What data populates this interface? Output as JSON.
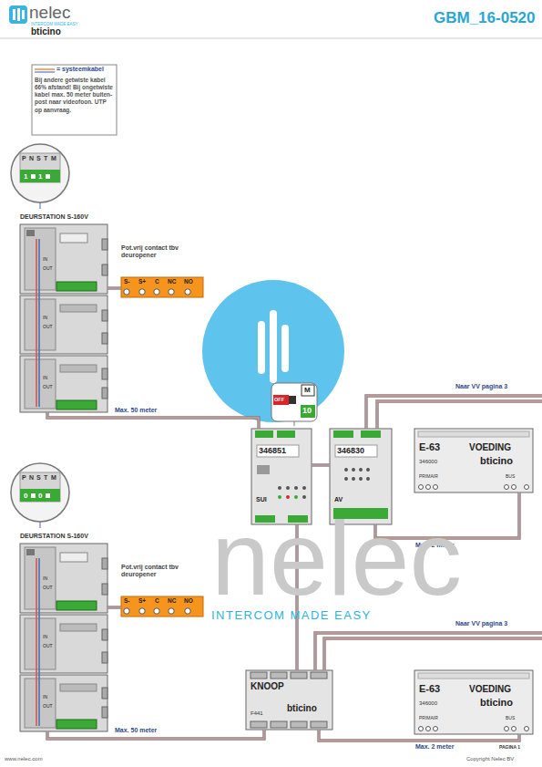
{
  "diagram": {
    "title": "GBM_16-0520",
    "nodes": [
      {
        "text": [
          "DEURSTATION S-160V"
        ]
      },
      {
        "text": [
          "Pot.vrij contact tbv deuropener",
          "S-",
          "S+",
          "C",
          "NC",
          "NO"
        ]
      },
      {
        "text": [
          "DEURSTATION S-160V"
        ]
      },
      {
        "text": [
          "Pot.vrij contact tbv deuropener",
          "S-",
          "S+",
          "C",
          "NC",
          "NO"
        ]
      },
      {
        "text": [
          "346851",
          "SUI"
        ]
      },
      {
        "text": [
          "346830",
          "AV"
        ]
      },
      {
        "text": [
          "E-63",
          "VOEDING",
          "346000",
          "bticino",
          "PRIMAIR",
          "BUS"
        ]
      },
      {
        "text": [
          "KNOOP",
          "F441",
          "bticino"
        ]
      },
      {
        "text": [
          "E-63",
          "VOEDING",
          "346000",
          "bticino",
          "PRIMAIR",
          "BUS"
        ]
      }
    ],
    "edges": [
      {
        "from": 0,
        "to": 1,
        "arrow": "none"
      },
      {
        "from": 0,
        "to": 4,
        "label": "Max. 50 meter",
        "arrow": "none"
      },
      {
        "from": 2,
        "to": 3,
        "arrow": "none"
      },
      {
        "from": 2,
        "to": 7,
        "label": "Max. 50 meter",
        "arrow": "none"
      },
      {
        "from": 4,
        "to": 5,
        "arrow": "none"
      },
      {
        "from": 4,
        "to": 7,
        "arrow": "none"
      },
      {
        "from": 5,
        "to": 6,
        "label": "Max. 2 meter",
        "arrow": "none"
      },
      {
        "from": 7,
        "to": 8,
        "label": "Max. 2 meter",
        "arrow": "none"
      }
    ],
    "labels": [
      "nelec",
      "INTERCOM MADE EASY",
      "bticino",
      "Bij andere getwiste kabel 66% afstand! Bij ongetwiste kabel max. 50 meter buiten-post naar videofoon. UTP op aanvraag.",
      "P",
      "N",
      "S",
      "T",
      "M",
      "1",
      "1",
      "P",
      "N",
      "S",
      "T",
      "M",
      "0",
      "0",
      "IN",
      "OUT",
      "IN",
      "OUT",
      "IN",
      "OUT",
      "IN",
      "OUT",
      "IN",
      "OUT",
      "IN",
      "OUT",
      "OFF",
      "M",
      "10",
      "Naar VV pagina 3",
      "Naar VV pagina 3",
      "nelec",
      "INTERCOM MADE EASY",
      "www.nelec.com",
      "PAGINA 1",
      "Copyright Nelec BV"
    ],
    "legend": [
      {
        "text": "= systeemkabel"
      }
    ]
  }
}
